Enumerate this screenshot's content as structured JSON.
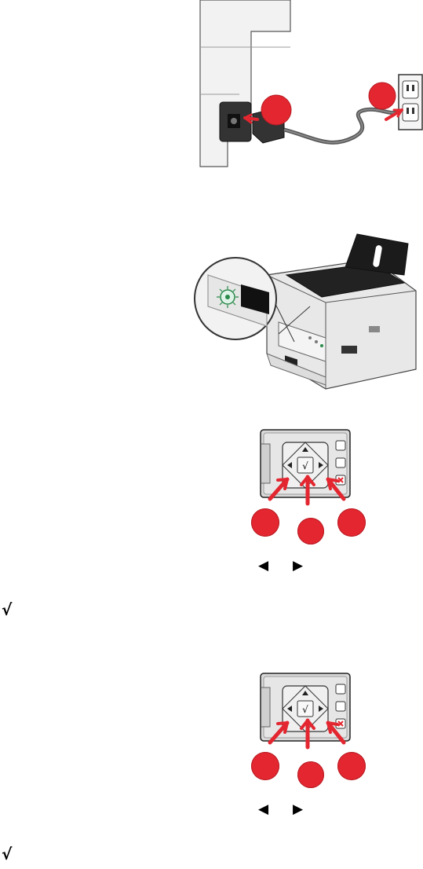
{
  "figures": {
    "power_cord": {
      "icon": "power-cord-illustration"
    },
    "printer": {
      "icon": "printer-power-button-illustration"
    },
    "control_panel_1": {
      "icon": "control-panel-illustration"
    },
    "control_panel_2": {
      "icon": "control-panel-illustration"
    }
  },
  "icons": {
    "arrow_left": "◀",
    "arrow_right": "▶",
    "checkmark": "√"
  },
  "colors": {
    "callout_red": "#e3262f",
    "device_gray": "#d9d9d9"
  }
}
